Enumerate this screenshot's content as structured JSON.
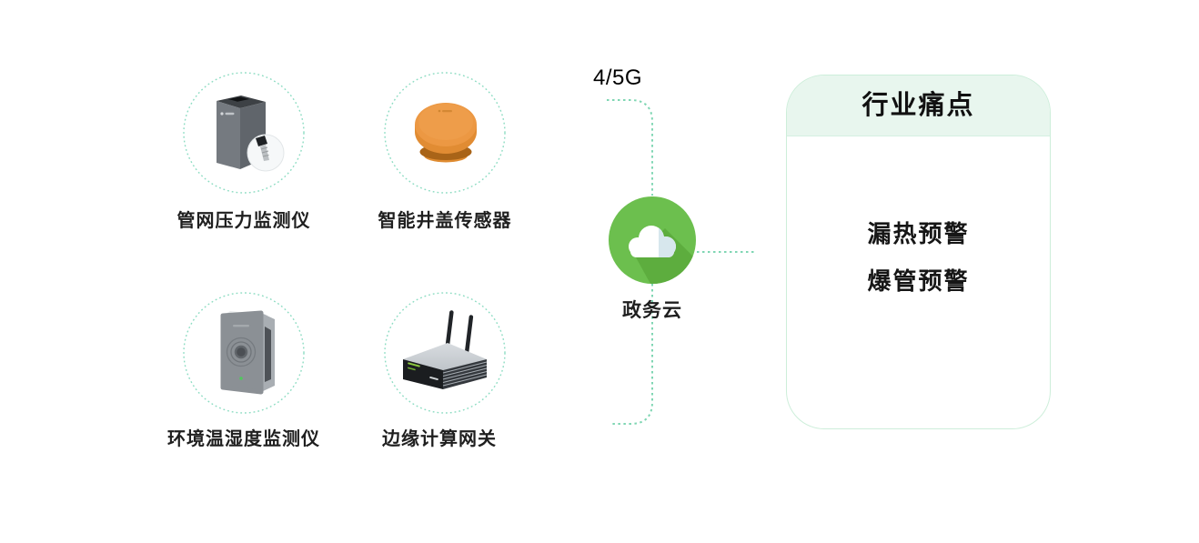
{
  "diagram": {
    "network_label": "4/5G",
    "cloud": {
      "label": "政务云",
      "icon": "cloud-icon"
    },
    "devices": [
      {
        "id": "pipe-pressure-monitor",
        "label": "管网压力监测仪"
      },
      {
        "id": "smart-manhole-sensor",
        "label": "智能井盖传感器"
      },
      {
        "id": "env-temp-humidity-monitor",
        "label": "环境温湿度监测仪"
      },
      {
        "id": "edge-computing-gateway",
        "label": "边缘计算网关"
      }
    ],
    "panel": {
      "title": "行业痛点",
      "items": [
        "漏热预警",
        "爆管预警"
      ]
    },
    "colors": {
      "cloud_green": "#6cbf4e",
      "cloud_green_shadow": "#5dad3e",
      "cloud_tint": "#d7e7ed",
      "dotted_line": "#7fd6b3",
      "ring_dotted": "#8cdcc2",
      "panel_border": "#cdeeda",
      "panel_header_bg": "#e8f6ee"
    }
  }
}
